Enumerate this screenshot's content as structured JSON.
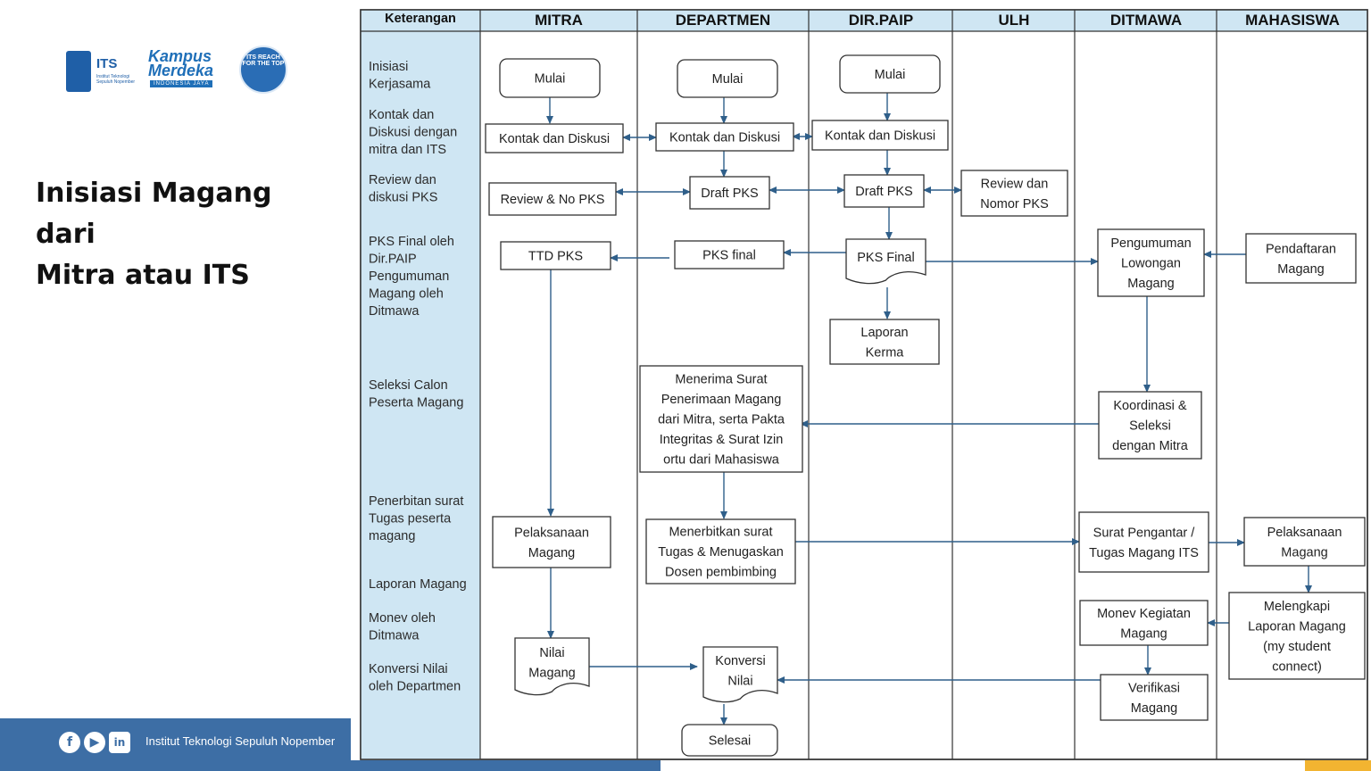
{
  "slide": {
    "title_line1": "Inisiasi Magang dari",
    "title_line2": "Mitra atau ITS",
    "footer_text": "Institut Teknologi Sepuluh Nopember",
    "logos": {
      "its": "ITS",
      "its_sub": "Institut Teknologi Sepuluh Nopember",
      "kampus_line1": "Kampus",
      "kampus_line2": "Merdeka",
      "kampus_tag": "INDONESIA JAYA",
      "badge": "ITS REACH FOR THE TOP"
    },
    "social_icons": [
      "facebook-icon",
      "youtube-icon",
      "linkedin-icon"
    ],
    "colors": {
      "accent": "#3d6ea5",
      "lane_fill": "#cfe6f3",
      "arrow": "#2f5f8a",
      "highlight": "#f2b431"
    }
  },
  "diagram": {
    "headers": {
      "keterangan": "Keterangan",
      "mitra": "MITRA",
      "departmen": "DEPARTMEN",
      "dirpaip": "DIR.PAIP",
      "ulh": "ULH",
      "ditmawa": "DITMAWA",
      "mahasiswa": "MAHASISWA"
    },
    "stages": {
      "s1": [
        "Inisiasi",
        "Kerjasama"
      ],
      "s2": [
        "Kontak dan",
        "Diskusi dengan",
        "mitra dan ITS"
      ],
      "s3": [
        "Review dan",
        "diskusi PKS"
      ],
      "s4": [
        "PKS Final oleh",
        "Dir.PAIP",
        "Pengumuman",
        "Magang oleh",
        "Ditmawa"
      ],
      "s5": [
        "Seleksi Calon",
        "Peserta Magang"
      ],
      "s6": [
        "Penerbitan surat",
        "Tugas peserta",
        "magang"
      ],
      "s7": [
        "Laporan Magang"
      ],
      "s8": [
        "Monev oleh",
        "Ditmawa"
      ],
      "s9": [
        "Konversi Nilai",
        "oleh Departmen"
      ]
    },
    "nodes": {
      "mitra_mulai": [
        "Mulai"
      ],
      "dept_mulai": [
        "Mulai"
      ],
      "dir_mulai": [
        "Mulai"
      ],
      "mitra_kontak": [
        "Kontak dan Diskusi"
      ],
      "dept_kontak": [
        "Kontak dan Diskusi"
      ],
      "dir_kontak": [
        "Kontak dan Diskusi"
      ],
      "mitra_review": [
        "Review & No PKS"
      ],
      "dept_draft": [
        "Draft PKS"
      ],
      "dir_draft": [
        "Draft PKS"
      ],
      "ulh_review": [
        "Review dan",
        "Nomor PKS"
      ],
      "mitra_ttd": [
        "TTD PKS"
      ],
      "dept_pksfinal": [
        "PKS final"
      ],
      "dir_pksfinal": [
        "PKS Final"
      ],
      "dir_laporan": [
        "Laporan",
        "Kerma"
      ],
      "ditmawa_pengumuman": [
        "Pengumuman",
        "Lowongan",
        "Magang"
      ],
      "mhs_pendaftaran": [
        "Pendaftaran",
        "Magang"
      ],
      "dept_menerima": [
        "Menerima Surat",
        "Penerimaan  Magang",
        "dari Mitra, serta Pakta",
        "Integritas  & Surat Izin",
        "ortu dari Mahasiswa"
      ],
      "ditmawa_koordinasi": [
        "Koordinasi &",
        "Seleksi",
        "dengan Mitra"
      ],
      "mitra_pelaksanaan": [
        "Pelaksanaan",
        "Magang"
      ],
      "dept_menerbitkan": [
        "Menerbitkan surat",
        "Tugas & Menugaskan",
        "Dosen pembimbing"
      ],
      "ditmawa_surat": [
        "Surat Pengantar /",
        "Tugas Magang ITS"
      ],
      "mhs_pelaksanaan": [
        "Pelaksanaan",
        "Magang"
      ],
      "mhs_melengkapi": [
        "Melengkapi",
        "Laporan Magang",
        "(my student",
        "connect)"
      ],
      "ditmawa_monev": [
        "Monev Kegiatan",
        "Magang"
      ],
      "mitra_nilai": [
        "Nilai",
        "Magang"
      ],
      "dept_konversi": [
        "Konversi",
        "Nilai"
      ],
      "ditmawa_verifikasi": [
        "Verifikasi",
        "Magang"
      ],
      "dept_selesai": [
        "Selesai"
      ]
    }
  }
}
